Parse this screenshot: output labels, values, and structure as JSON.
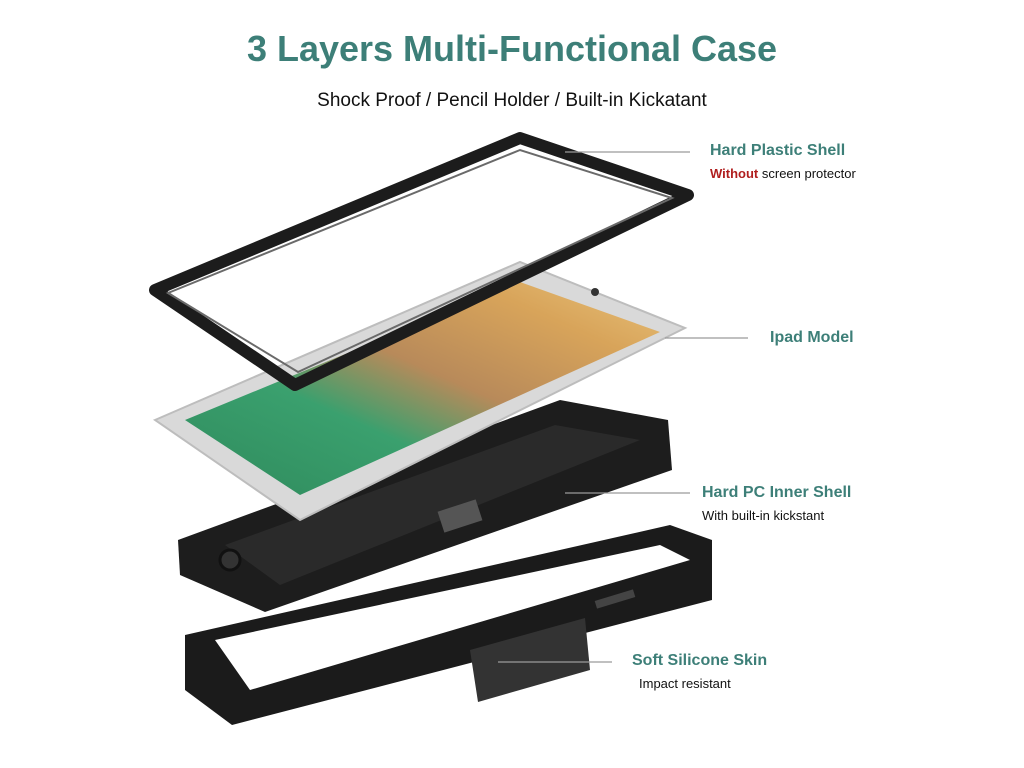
{
  "title": "3 Layers Multi-Functional Case",
  "subtitle": "Shock Proof / Pencil Holder / Built-in Kickatant",
  "colors": {
    "title": "#3d7f78",
    "label": "#3d7f78",
    "warning": "#b01e1e",
    "case": "#1c1c1c",
    "tablet_frame": "#d9d9d9"
  },
  "layers": [
    {
      "name": "Hard Plastic Shell",
      "note_highlight": "Without",
      "note": " screen protector"
    },
    {
      "name": "Ipad Model",
      "note": ""
    },
    {
      "name": "Hard PC Inner Shell",
      "note": "With built-in kickstant"
    },
    {
      "name": "Soft Silicone Skin",
      "note": "Impact resistant"
    }
  ]
}
